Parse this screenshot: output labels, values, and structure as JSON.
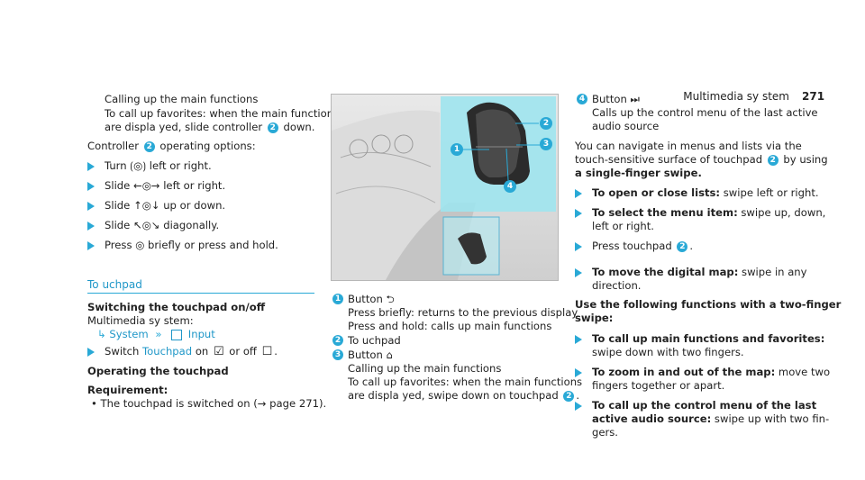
{
  "header": {
    "section": "Multimedia sy stem",
    "page": "271"
  },
  "left": {
    "intro1": "Calling up the main functions",
    "intro2": "To call up favorites: when the main functions",
    "intro3a": "are displa yed, slide controller ",
    "intro3b": " down.",
    "controller_a": "Controller ",
    "controller_b": " operating options:",
    "bullets": [
      "Turn ⟮◎⟯ left or right.",
      "Slide ←◎→ left or right.",
      "Slide ↑◎↓ up or down.",
      "Slide ↖◎↘ diagonally.",
      "Press ◎ briefly or press and hold."
    ],
    "section": "To uchpad",
    "h_switch": "Switching the touchpad on/off",
    "ms": "Multimedia sy stem:",
    "path_system": "System",
    "path_input": "Input",
    "switch_a": "Switch ",
    "switch_touchpad": "Touchpad",
    "switch_b": " on ",
    "switch_c": " or off ",
    "switch_d": ".",
    "h_operating": "Operating the touchpad",
    "h_req": "Requirement:",
    "req": "The touchpad is switched on (→ page 271)."
  },
  "middle": {
    "items": [
      {
        "n": "1",
        "title": "Button ⮌",
        "lines": [
          "Press briefly: returns to the previous display",
          "Press and hold: calls up main functions"
        ]
      },
      {
        "n": "2",
        "title": "To uchpad",
        "lines": []
      },
      {
        "n": "3",
        "title": "Button ⌂",
        "lines": [
          "Calling up the main functions",
          "To call up favorites: when the main functions",
          "are displa yed, swipe down on touchpad "
        ]
      }
    ],
    "callouts": [
      "1",
      "2",
      "3",
      "4"
    ]
  },
  "right": {
    "n4": "4",
    "b4": "Button ⏭",
    "b4l1": "Calls up the control menu of the last active",
    "b4l2": "audio source",
    "nav1": "You can navigate in menus and lists via the",
    "nav2a": "touch-sensitive surface of touchpad ",
    "nav2b": " by using",
    "nav3": "a single-finger swipe.",
    "s1b": "To open or close lists:",
    "s1": " swipe left or right.",
    "s2b": "To select the menu item:",
    "s2": " swipe up, down,",
    "s2l2": "left or right.",
    "s3a": "Press touchpad ",
    "s3b": ".",
    "s4b": "To move the digital map:",
    "s4": " swipe in any",
    "s4l2": "direction.",
    "two1": "Use the following functions with a two-finger",
    "two2": "swipe:",
    "t1b1": "To call up main functions and favorites:",
    "t1l2": "swipe down with two fingers.",
    "t2b": "To zoom in and out of the map:",
    "t2": " move two",
    "t2l2": "fingers together or apart.",
    "t3b1": "To call up the control menu of the last",
    "t3b2": "active audio source:",
    "t3": " swipe up with two fin-",
    "t3l2": "gers."
  },
  "colors": {
    "accent": "#29a9d6"
  }
}
